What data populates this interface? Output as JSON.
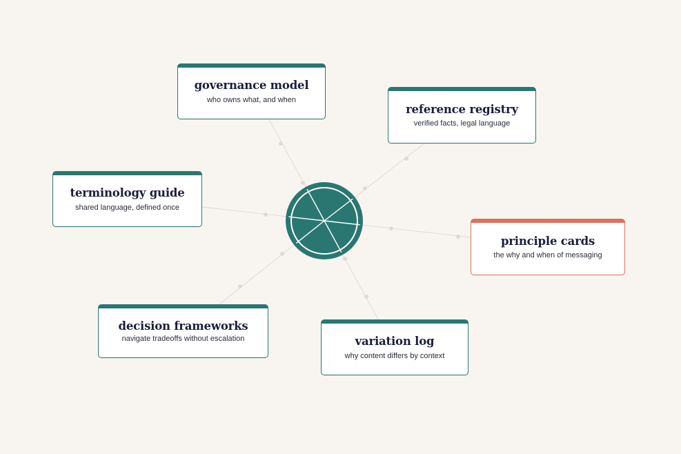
{
  "colors": {
    "background": "#f8f5f1",
    "primary": "#2a7772",
    "accent": "#e07058",
    "text": "#1b1f3b",
    "connector": "#dedbd6"
  },
  "hub": {
    "icon": "segmented-circle-icon"
  },
  "nodes": [
    {
      "id": "governance",
      "title": "governance model",
      "subtitle": "who owns what, and when",
      "highlighted": false
    },
    {
      "id": "reference",
      "title": "reference registry",
      "subtitle": "verified facts, legal language",
      "highlighted": false
    },
    {
      "id": "terminology",
      "title": "terminology guide",
      "subtitle": "shared language, defined once",
      "highlighted": false
    },
    {
      "id": "principle",
      "title": "principle cards",
      "subtitle": "the why and when of messaging",
      "highlighted": true
    },
    {
      "id": "decision",
      "title": "decision frameworks",
      "subtitle": "navigate tradeoffs without escalation",
      "highlighted": false
    },
    {
      "id": "variation",
      "title": "variation log",
      "subtitle": "why content differs by context",
      "highlighted": false
    }
  ]
}
